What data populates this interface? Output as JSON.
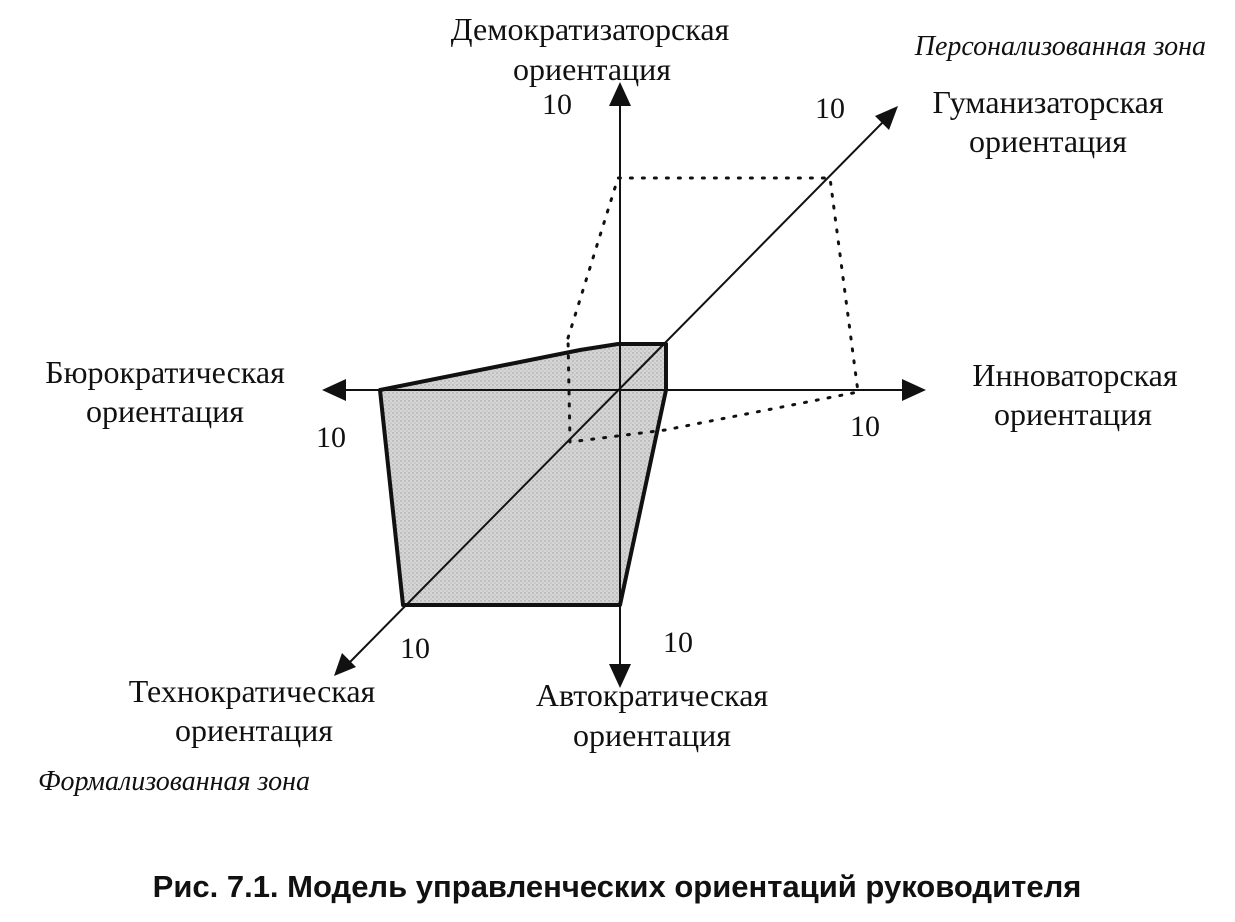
{
  "axes": {
    "democratic": {
      "label_line1": "Демократизаторская",
      "label_line2": "ориентация",
      "tick": "10"
    },
    "humanistic": {
      "label_line1": "Гуманизаторская",
      "label_line2": "ориентация",
      "tick": "10"
    },
    "innovative": {
      "label_line1": "Инноваторская",
      "label_line2": "ориентация",
      "tick": "10"
    },
    "bureaucratic": {
      "label_line1": "Бюрократическая",
      "label_line2": "ориентация",
      "tick": "10"
    },
    "technocratic": {
      "label_line1": "Технократическая",
      "label_line2": "ориентация",
      "tick": "10"
    },
    "autocratic": {
      "label_line1": "Автократическая",
      "label_line2": "ориентация",
      "tick": "10"
    }
  },
  "zones": {
    "personalized": "Персонализованная зона",
    "formalized": "Формализованная зона"
  },
  "caption": "Рис. 7.1. Модель управленческих ориентаций руководителя",
  "colors": {
    "ink": "#111111",
    "fill": "#d2d2d2",
    "background": "#ffffff"
  }
}
